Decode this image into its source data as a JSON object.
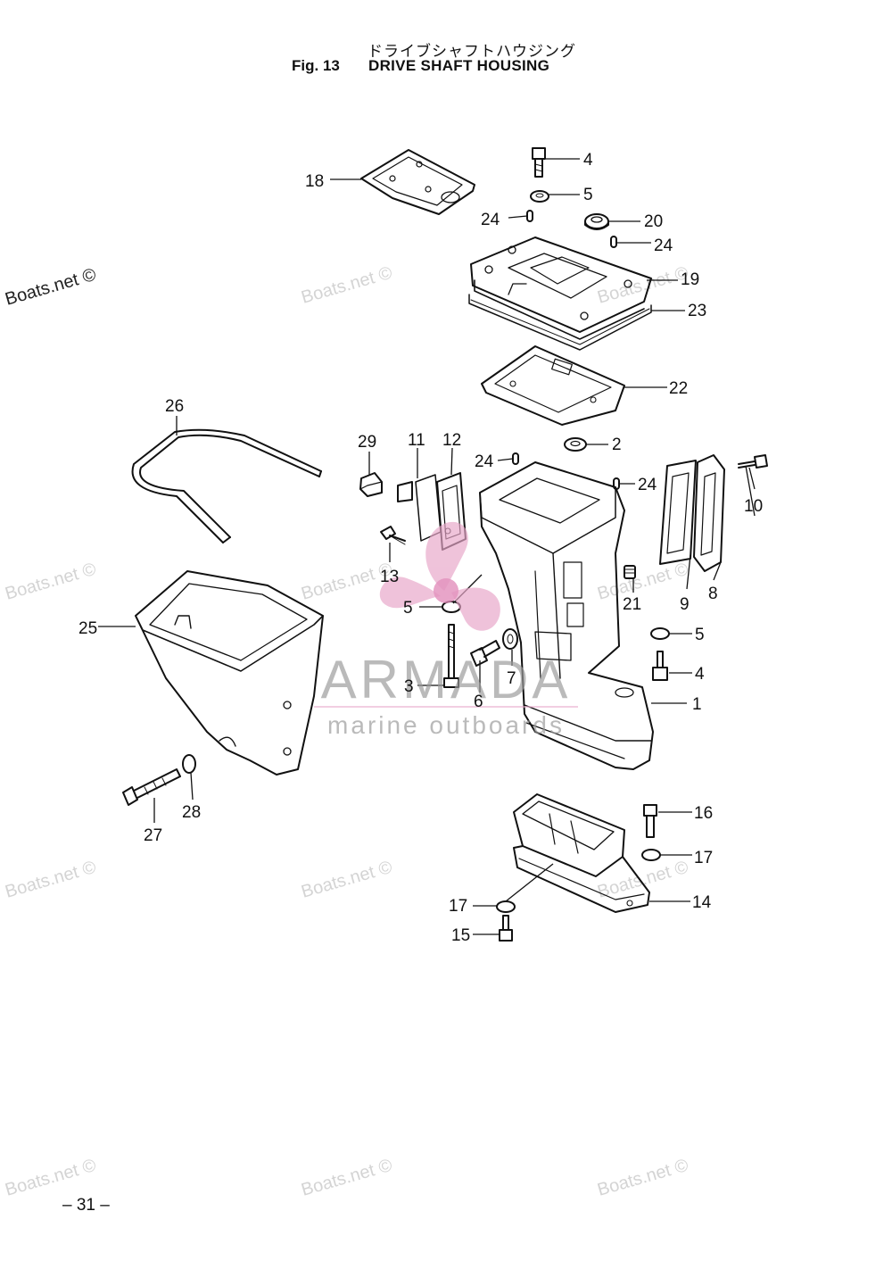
{
  "header": {
    "title_jp": "ドライブシャフトハウジング",
    "fig_label": "Fig. 13",
    "title_en": "DRIVE SHAFT HOUSING"
  },
  "callouts": {
    "c1": "1",
    "c2": "2",
    "c3": "3",
    "c4a": "4",
    "c4b": "4",
    "c5a": "5",
    "c5b": "5",
    "c5c": "5",
    "c6": "6",
    "c7": "7",
    "c8": "8",
    "c9": "9",
    "c10": "10",
    "c11": "11",
    "c12": "12",
    "c13": "13",
    "c14": "14",
    "c15": "15",
    "c16": "16",
    "c17a": "17",
    "c17b": "17",
    "c18": "18",
    "c19": "19",
    "c20": "20",
    "c21": "21",
    "c22": "22",
    "c23": "23",
    "c24a": "24",
    "c24b": "24",
    "c24c": "24",
    "c24d": "24",
    "c25": "25",
    "c26": "26",
    "c27": "27",
    "c28": "28",
    "c29": "29"
  },
  "watermarks": {
    "boats": "Boats.net ©",
    "armada_name": "ARMADA",
    "armada_tagline": "marine outboards"
  },
  "colors": {
    "armada_pink": "#e8a6c8",
    "armada_gray": "#9a9a9a",
    "watermark_gray": "#d4d4d4"
  },
  "footer": {
    "page_number": "– 31 –"
  }
}
